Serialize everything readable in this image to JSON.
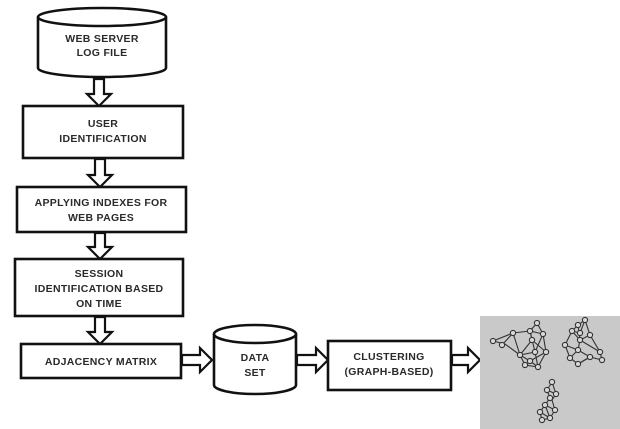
{
  "diagram": {
    "title": "",
    "nodes": [
      {
        "id": "web-server-log-file",
        "shape": "cylinder",
        "lines": [
          "WEB SERVER",
          "LOG FILE"
        ]
      },
      {
        "id": "user-identification",
        "shape": "box",
        "lines": [
          "USER",
          "IDENTIFICATION"
        ]
      },
      {
        "id": "applying-indexes",
        "shape": "box",
        "lines": [
          "APPLYING INDEXES FOR",
          "WEB PAGES"
        ]
      },
      {
        "id": "session-identification",
        "shape": "box",
        "lines": [
          "SESSION",
          "IDENTIFICATION BASED",
          "ON TIME"
        ]
      },
      {
        "id": "adjacency-matrix",
        "shape": "box",
        "lines": [
          "ADJACENCY MATRIX"
        ]
      },
      {
        "id": "data-set",
        "shape": "cylinder",
        "lines": [
          "DATA",
          "SET"
        ]
      },
      {
        "id": "clustering",
        "shape": "box",
        "lines": [
          "CLUSTERING",
          "(GRAPH-BASED)"
        ]
      },
      {
        "id": "graph-clusters",
        "shape": "image",
        "lines": [],
        "description": "three graph clusters"
      }
    ],
    "edges": [
      {
        "from": "web-server-log-file",
        "to": "user-identification"
      },
      {
        "from": "user-identification",
        "to": "applying-indexes"
      },
      {
        "from": "applying-indexes",
        "to": "session-identification"
      },
      {
        "from": "session-identification",
        "to": "adjacency-matrix"
      },
      {
        "from": "adjacency-matrix",
        "to": "data-set"
      },
      {
        "from": "data-set",
        "to": "clustering"
      },
      {
        "from": "clustering",
        "to": "graph-clusters"
      }
    ]
  }
}
